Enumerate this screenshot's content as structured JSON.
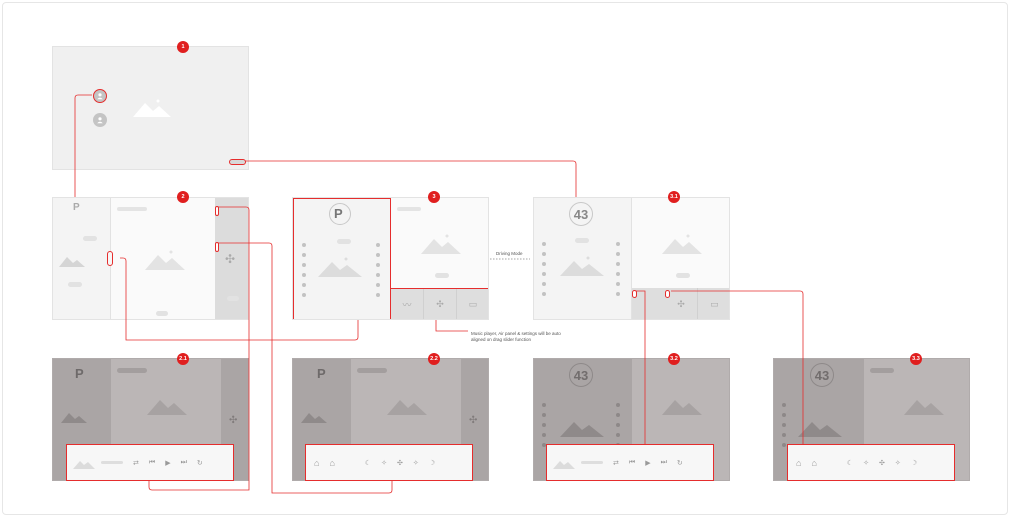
{
  "badges": [
    "1",
    "2",
    "3",
    "3.1",
    "2.1",
    "2.2",
    "3.2",
    "3.3"
  ],
  "gear": "P",
  "speed": "43",
  "driving_mode_label": "Driving Mode",
  "callout": "Music player, Air panel & settings will be auto aligned on drag slider function",
  "colors": {
    "highlight": "#e52d2d",
    "badge": "#e01f1f",
    "screen_bg": "#f0f0f0",
    "dim_bg": "#b9b4b4"
  },
  "icons": [
    "image-placeholder-icon",
    "user-avatar-icon",
    "fan-icon",
    "play-icon",
    "seat-heat-icon"
  ]
}
